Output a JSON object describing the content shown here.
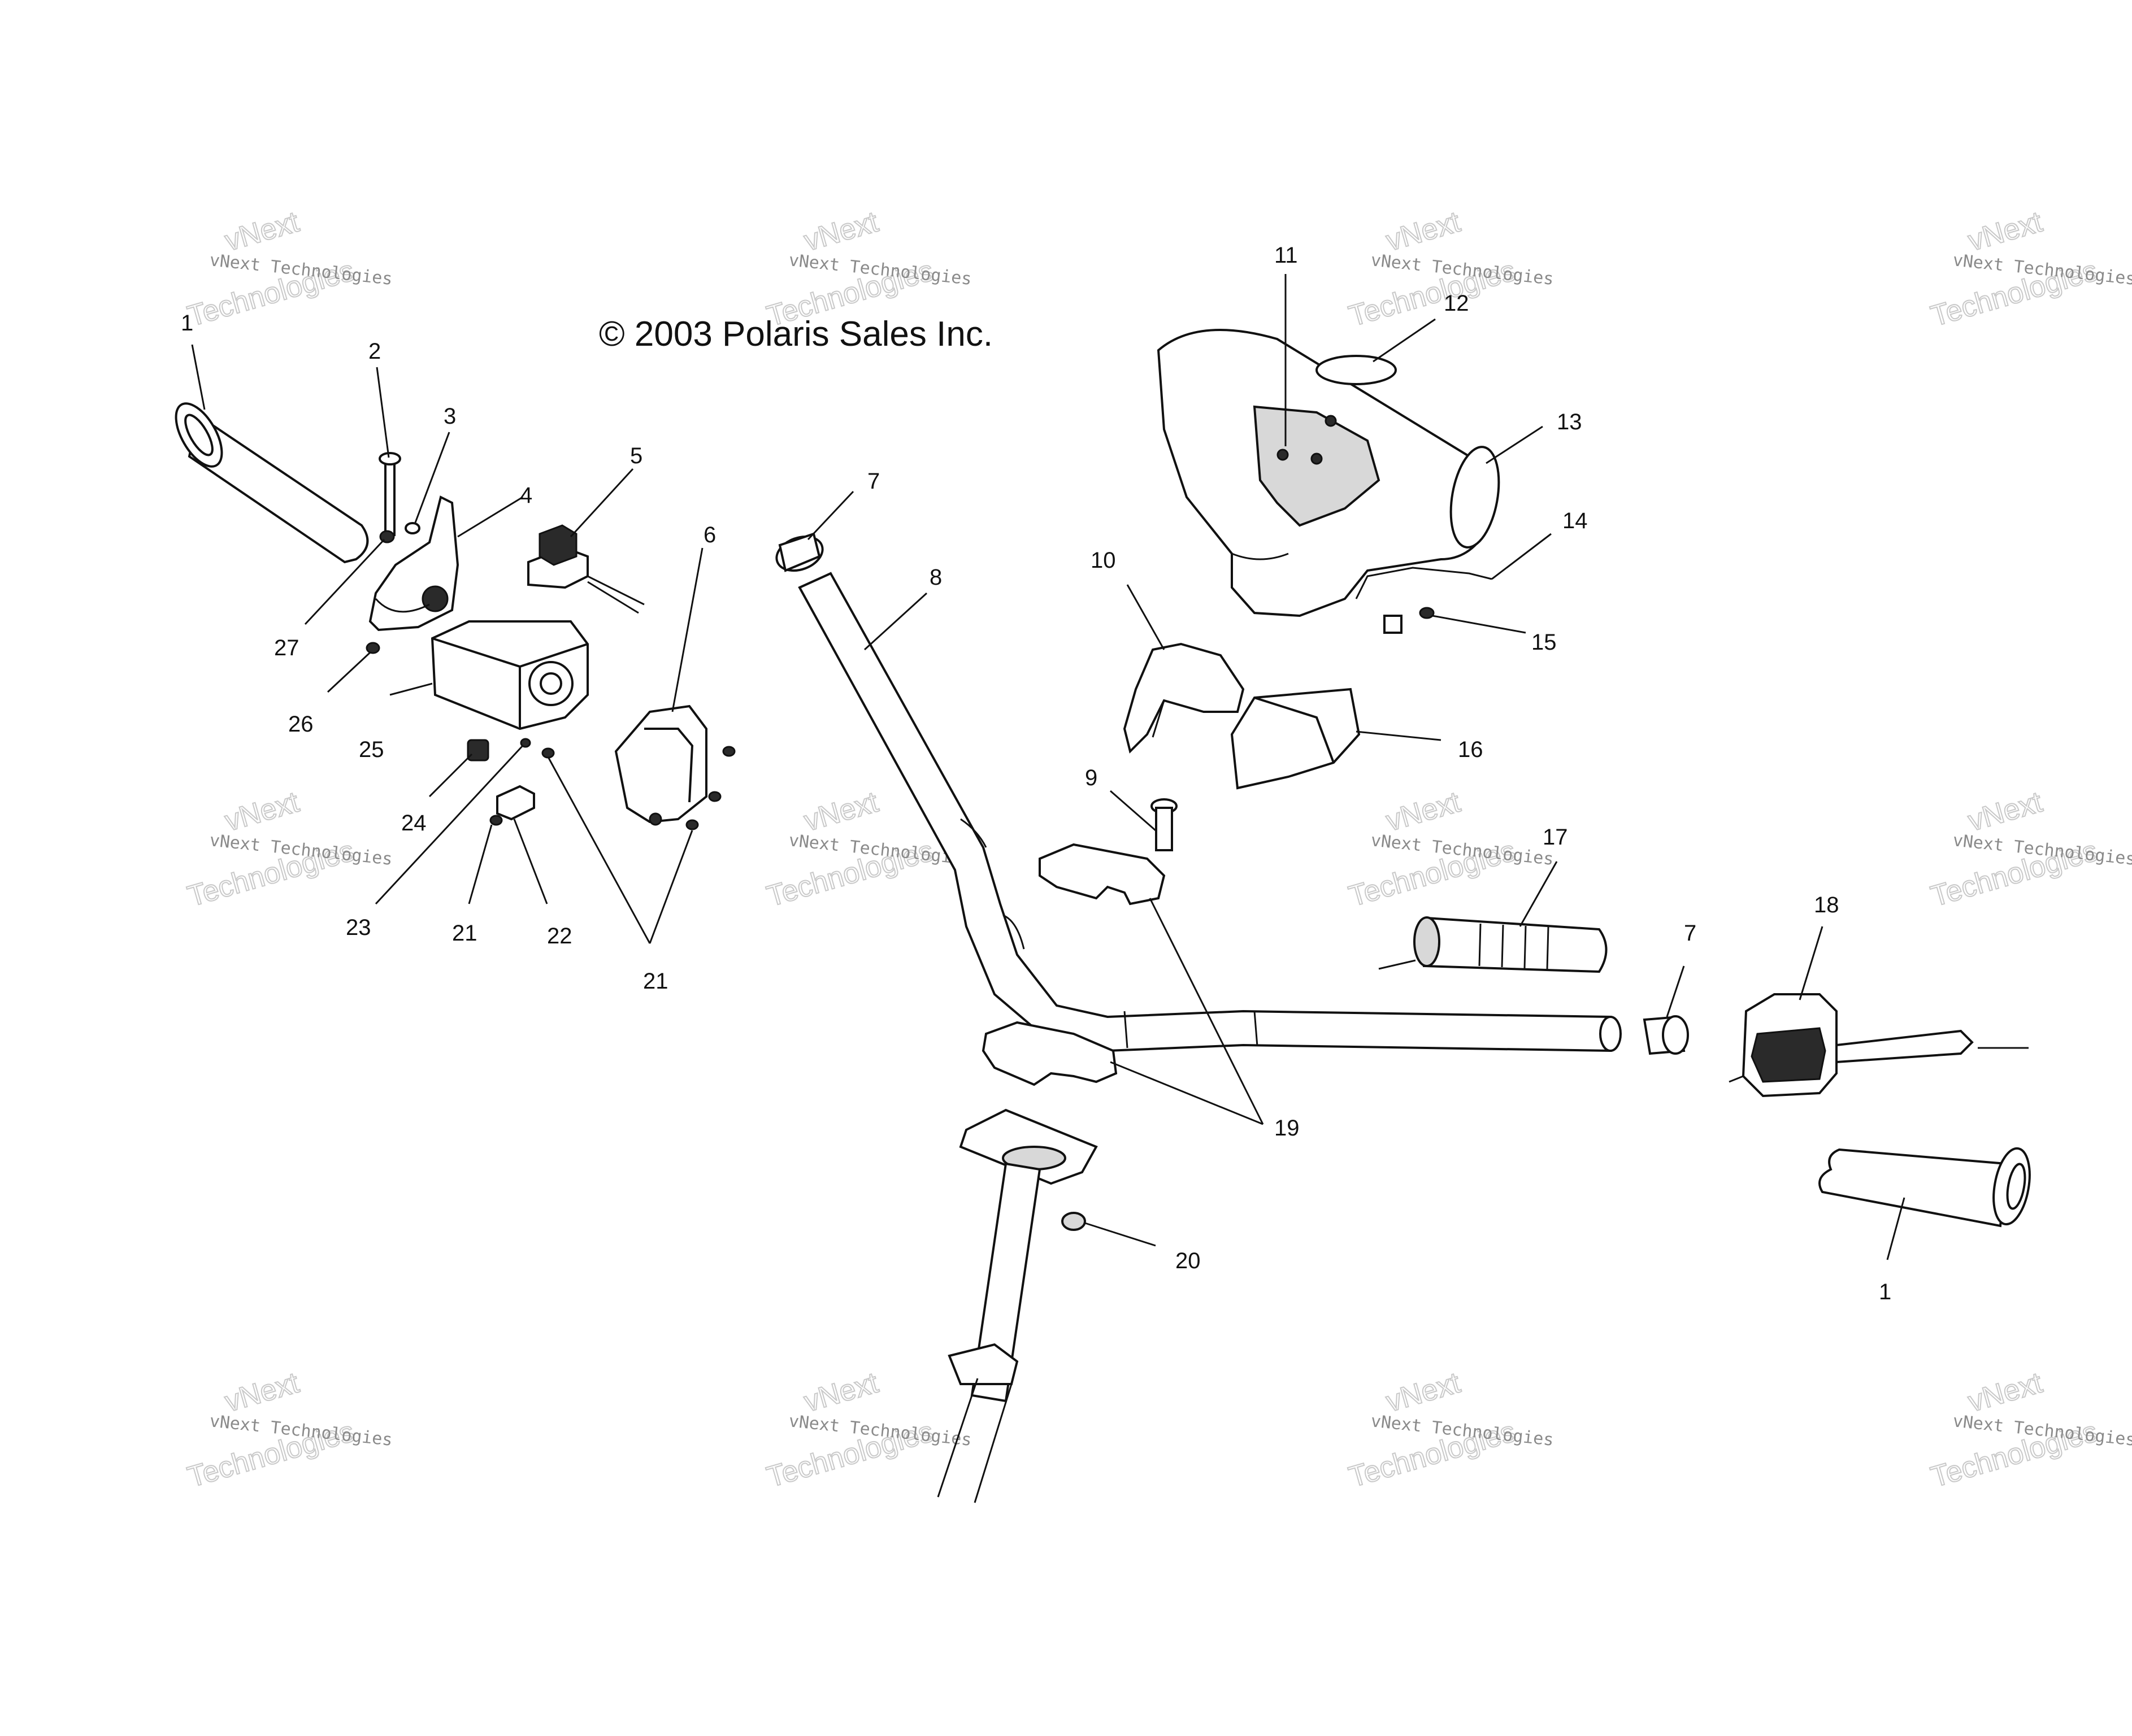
{
  "copyright": "© 2003 Polaris Sales Inc.",
  "watermark": {
    "line1": "vNext Technologies",
    "line2": "vNext",
    "line3": "Technologies"
  },
  "callouts": {
    "c1a": "1",
    "c2": "2",
    "c3": "3",
    "c4": "4",
    "c5": "5",
    "c6": "6",
    "c7a": "7",
    "c8": "8",
    "c9": "9",
    "c10": "10",
    "c11": "11",
    "c12": "12",
    "c13": "13",
    "c14": "14",
    "c15": "15",
    "c16": "16",
    "c17": "17",
    "c18": "18",
    "c19": "19",
    "c20": "20",
    "c21a": "21",
    "c21b": "21",
    "c22": "22",
    "c23": "23",
    "c24": "24",
    "c25": "25",
    "c26": "26",
    "c27": "27",
    "c7b": "7",
    "c1b": "1"
  },
  "colors": {
    "line": "#111111",
    "watermark": "#8a8a8a",
    "background": "#ffffff"
  }
}
